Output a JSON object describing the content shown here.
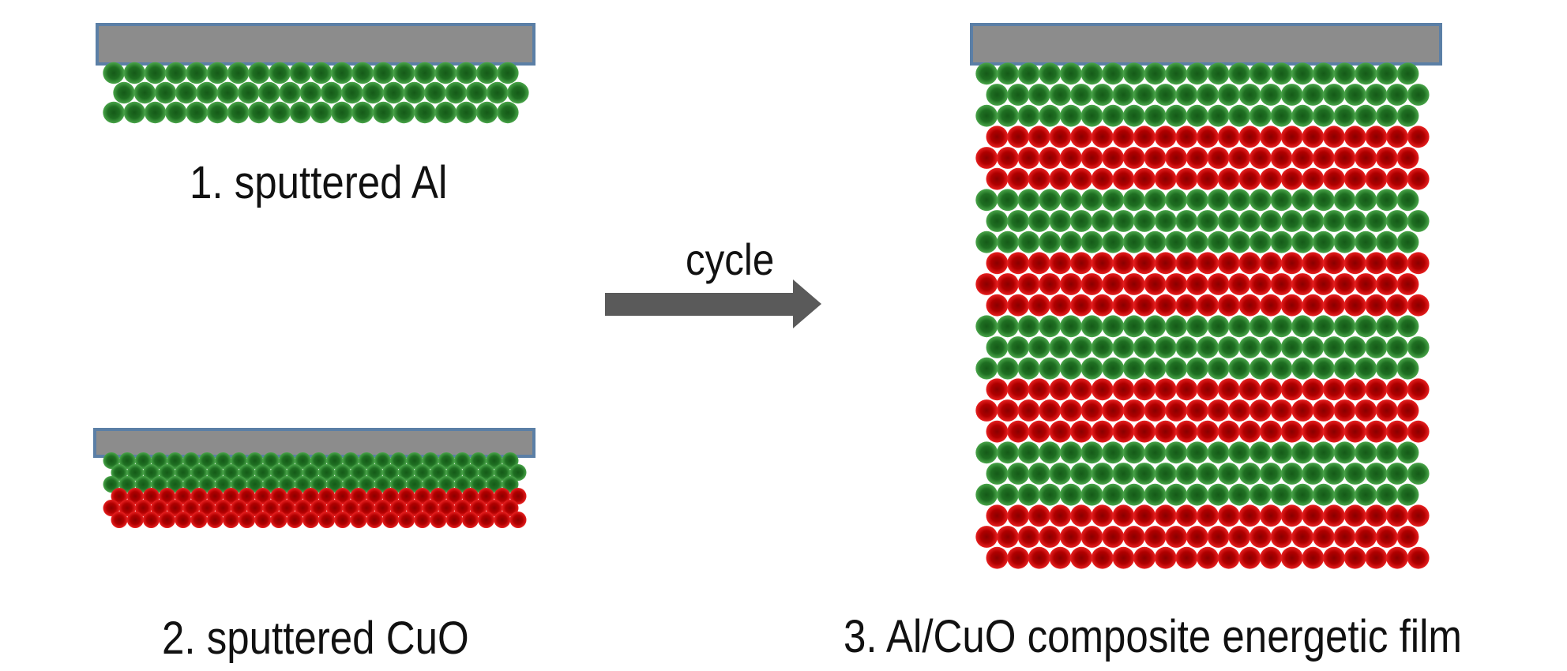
{
  "labels": {
    "step1": "1. sputtered Al",
    "step2": "2. sputtered CuO",
    "step3": "3. Al/CuO composite energetic film",
    "cycle": "cycle"
  },
  "colors": {
    "substrate_fill": "#8c8c8c",
    "substrate_border": "#5b7fa6",
    "al_particle": "#1f6f22",
    "al_halo": "#3f9f3f",
    "cuo_particle": "#b00000",
    "cuo_halo": "#e01818",
    "arrow": "#5a5a5a"
  },
  "stacks": {
    "step1": [
      "Al"
    ],
    "step2": [
      "Al",
      "CuO"
    ],
    "step3": [
      "Al",
      "CuO",
      "Al",
      "CuO",
      "Al",
      "CuO",
      "Al",
      "CuO"
    ]
  }
}
